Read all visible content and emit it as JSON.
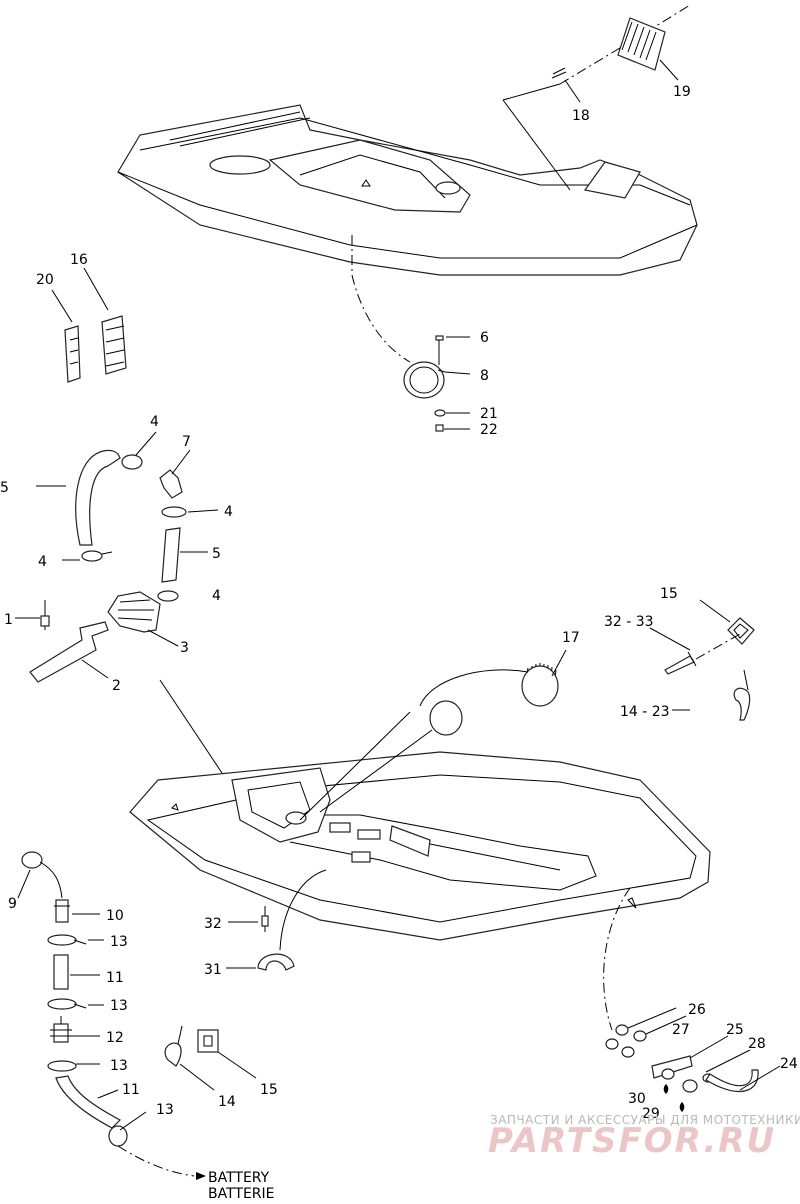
{
  "callouts": [
    "19",
    "18",
    "6",
    "8",
    "21",
    "22",
    "20",
    "16",
    "4",
    "7",
    "5",
    "4",
    "5",
    "4",
    "4",
    "1",
    "3",
    "2",
    "15",
    "32 - 33",
    "17",
    "14 - 23",
    "9",
    "10",
    "13",
    "11",
    "13",
    "12",
    "13",
    "11",
    "13",
    "32",
    "31",
    "14",
    "15",
    "27",
    "26",
    "25",
    "28",
    "24",
    "30",
    "29"
  ],
  "battery": [
    "BATTERY",
    "BATTERIE"
  ],
  "watermark": {
    "tagline": "ЗАПЧАСТИ И АКСЕССУАРЫ ДЛЯ МОТОТЕХНИКИ",
    "brand": "PARTSFOR.RU"
  }
}
